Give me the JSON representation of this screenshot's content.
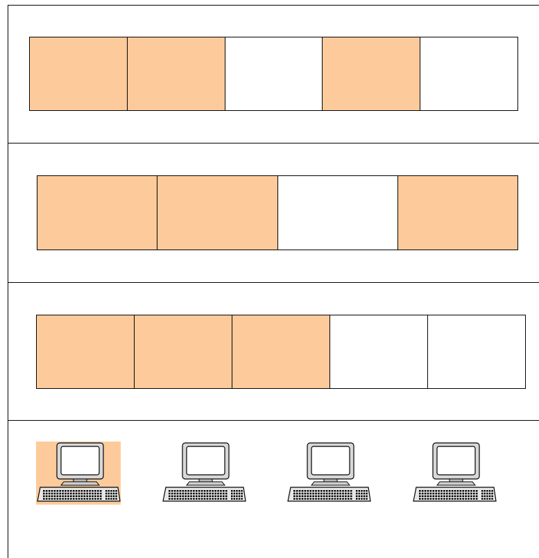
{
  "colors": {
    "filled": "#fdcb9b",
    "empty": "#ffffff",
    "line": "#000000"
  },
  "rows": [
    {
      "cells": [
        1,
        1,
        0,
        1,
        0
      ]
    },
    {
      "cells": [
        1,
        1,
        0,
        1
      ]
    },
    {
      "cells": [
        1,
        1,
        1,
        0,
        0
      ]
    }
  ],
  "computers": [
    {
      "icon": "desktop-computer-icon",
      "highlighted": true
    },
    {
      "icon": "desktop-computer-icon",
      "highlighted": false
    },
    {
      "icon": "desktop-computer-icon",
      "highlighted": false
    },
    {
      "icon": "desktop-computer-icon",
      "highlighted": false
    }
  ]
}
